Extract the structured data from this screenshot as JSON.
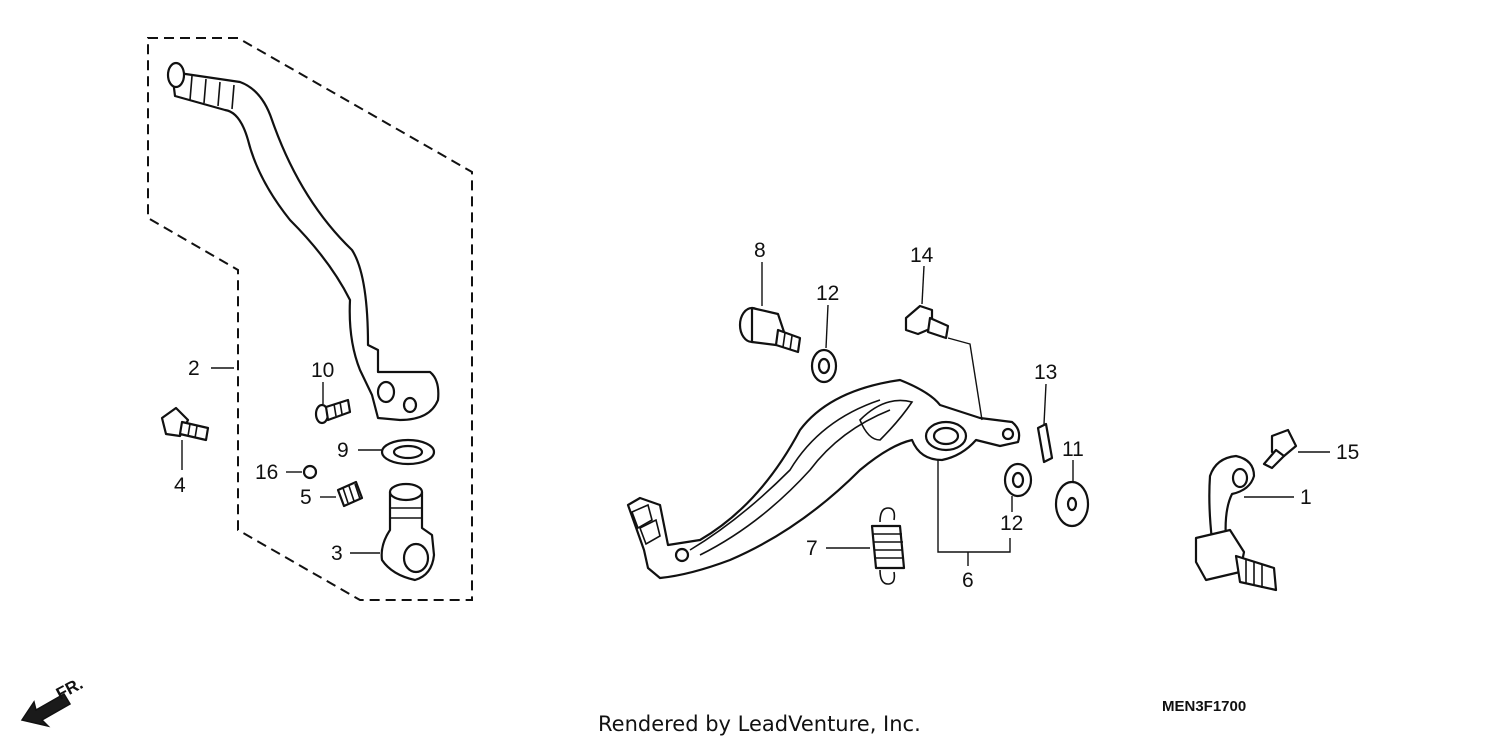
{
  "callouts": {
    "c1": "1",
    "c2": "2",
    "c3": "3",
    "c4": "4",
    "c5": "5",
    "c6": "6",
    "c7": "7",
    "c8": "8",
    "c9": "9",
    "c10": "10",
    "c11": "11",
    "c12a": "12",
    "c12b": "12",
    "c13": "13",
    "c14": "14",
    "c15": "15",
    "c16": "16"
  },
  "front_arrow_label": "FR.",
  "diagram_code": "MEN3F1700",
  "credit": "Rendered by LeadVenture, Inc."
}
